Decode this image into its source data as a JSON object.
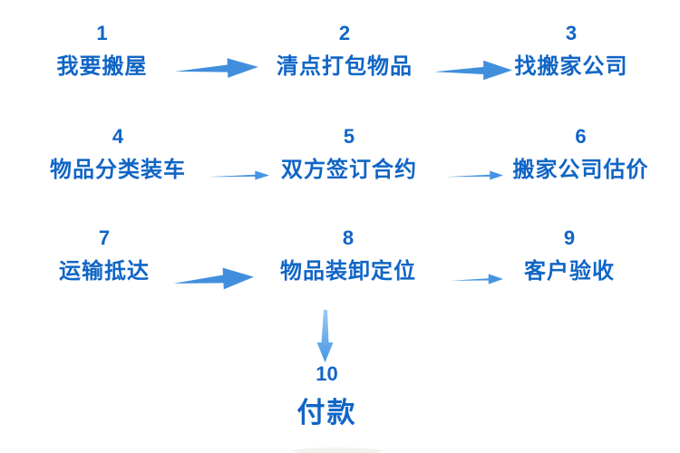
{
  "page": {
    "background_color": "#ffffff",
    "text_color": "#1065c6",
    "arrow_color": "#4392df"
  },
  "steps": [
    {
      "number": "1",
      "label": "我要搬屋"
    },
    {
      "number": "2",
      "label": "清点打包物品"
    },
    {
      "number": "3",
      "label": "找搬家公司"
    },
    {
      "number": "4",
      "label": "物品分类装车"
    },
    {
      "number": "5",
      "label": "双方签订合约"
    },
    {
      "number": "6",
      "label": "搬家公司估价"
    },
    {
      "number": "7",
      "label": "运输抵达"
    },
    {
      "number": "8",
      "label": "物品装卸定位"
    },
    {
      "number": "9",
      "label": "客户验收"
    },
    {
      "number": "10",
      "label": "付款"
    }
  ],
  "connections": [
    {
      "from": "1",
      "to": "2",
      "direction": "right"
    },
    {
      "from": "2",
      "to": "3",
      "direction": "right"
    },
    {
      "from": "4",
      "to": "5",
      "direction": "right"
    },
    {
      "from": "5",
      "to": "6",
      "direction": "right"
    },
    {
      "from": "7",
      "to": "8",
      "direction": "right"
    },
    {
      "from": "8",
      "to": "9",
      "direction": "right"
    },
    {
      "from": "8",
      "to": "10",
      "direction": "down"
    }
  ]
}
